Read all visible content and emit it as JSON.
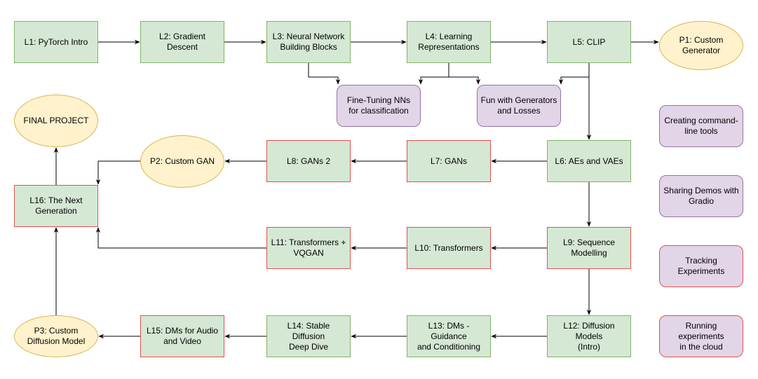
{
  "lessons": {
    "l1": "L1: PyTorch Intro",
    "l2": "L2: Gradient Descent",
    "l3": "L3: Neural Network\nBuilding Blocks",
    "l4": "L4: Learning\nRepresentations",
    "l5": "L5: CLIP",
    "l6": "L6: AEs and VAEs",
    "l7": "L7: GANs",
    "l8": "L8: GANs 2",
    "l9": "L9: Sequence\nModelling",
    "l10": "L10: Transformers",
    "l11": "L11: Transformers +\nVQGAN",
    "l12": "L12: Diffusion Models\n(Intro)",
    "l13": "L13: DMs - Guidance\nand Conditioning",
    "l14": "L14: Stable Diffusion\nDeep Dive",
    "l15": "L15: DMs for Audio\nand Video",
    "l16": "L16: The Next\nGeneration"
  },
  "projects": {
    "p1": "P1: Custom\nGenerator",
    "p2": "P2: Custom GAN",
    "p3": "P3: Custom\nDiffusion Model",
    "final": "FINAL PROJECT"
  },
  "topics": {
    "finetune": "Fine-Tuning NNs\nfor classification",
    "fun": "Fun with Generators\nand Losses",
    "cli": "Creating command-\nline tools",
    "gradio": "Sharing Demos with\nGradio",
    "tracking": "Tracking Experiments",
    "cloud": "Running experiments\nin the cloud"
  },
  "colors": {
    "lesson_fill": "#d5e8d4",
    "lesson_border_green": "#82b366",
    "lesson_border_red": "#e25050",
    "project_fill": "#fff2cc",
    "project_border": "#d6b656",
    "topic_fill": "#e1d5e7",
    "topic_border": "#9673a6",
    "edge": "#000000"
  }
}
